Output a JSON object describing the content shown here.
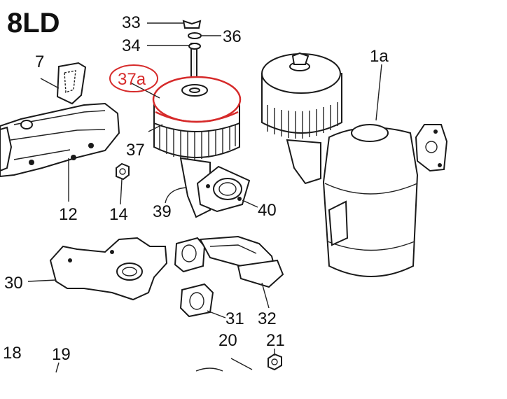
{
  "diagram": {
    "title": "8LD",
    "highlight_color": "#d62a2a",
    "labels": {
      "p33": "33",
      "p34": "34",
      "p36": "36",
      "p37a": "37a",
      "p37": "37",
      "p7": "7",
      "p1a": "1a",
      "p12": "12",
      "p14": "14",
      "p39": "39",
      "p40": "40",
      "p30": "30",
      "p31": "31",
      "p32": "32",
      "p18": "18",
      "p19": "19",
      "p20": "20",
      "p21": "21"
    }
  }
}
